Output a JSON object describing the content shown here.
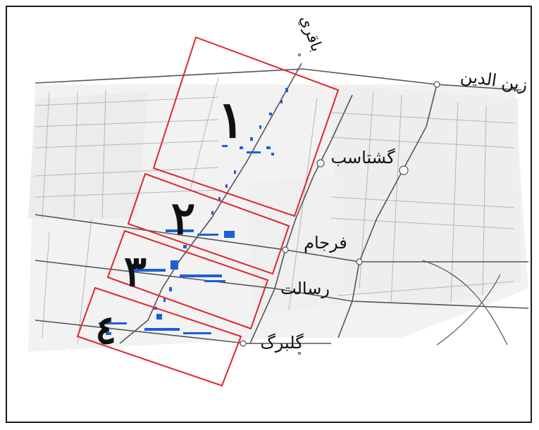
{
  "map": {
    "street_labels": {
      "baqeri": "باقري",
      "zeinoddin": "زين الدين",
      "goshtasb": "گشتاسب",
      "farjam": "فرجام",
      "resalat": "رسالت",
      "golbarg": "گلبرگ"
    },
    "zones": [
      {
        "id": "zone-1",
        "label": "١"
      },
      {
        "id": "zone-2",
        "label": "٢"
      },
      {
        "id": "zone-3",
        "label": "٣"
      },
      {
        "id": "zone-4",
        "label": "٤"
      }
    ],
    "colors": {
      "zone_outline": "#e0262b",
      "blue_marks": "#1f5fd4",
      "roads": "#9a9a9a",
      "main_roads": "#5a5a5a",
      "block_fill": "#ececec"
    }
  }
}
